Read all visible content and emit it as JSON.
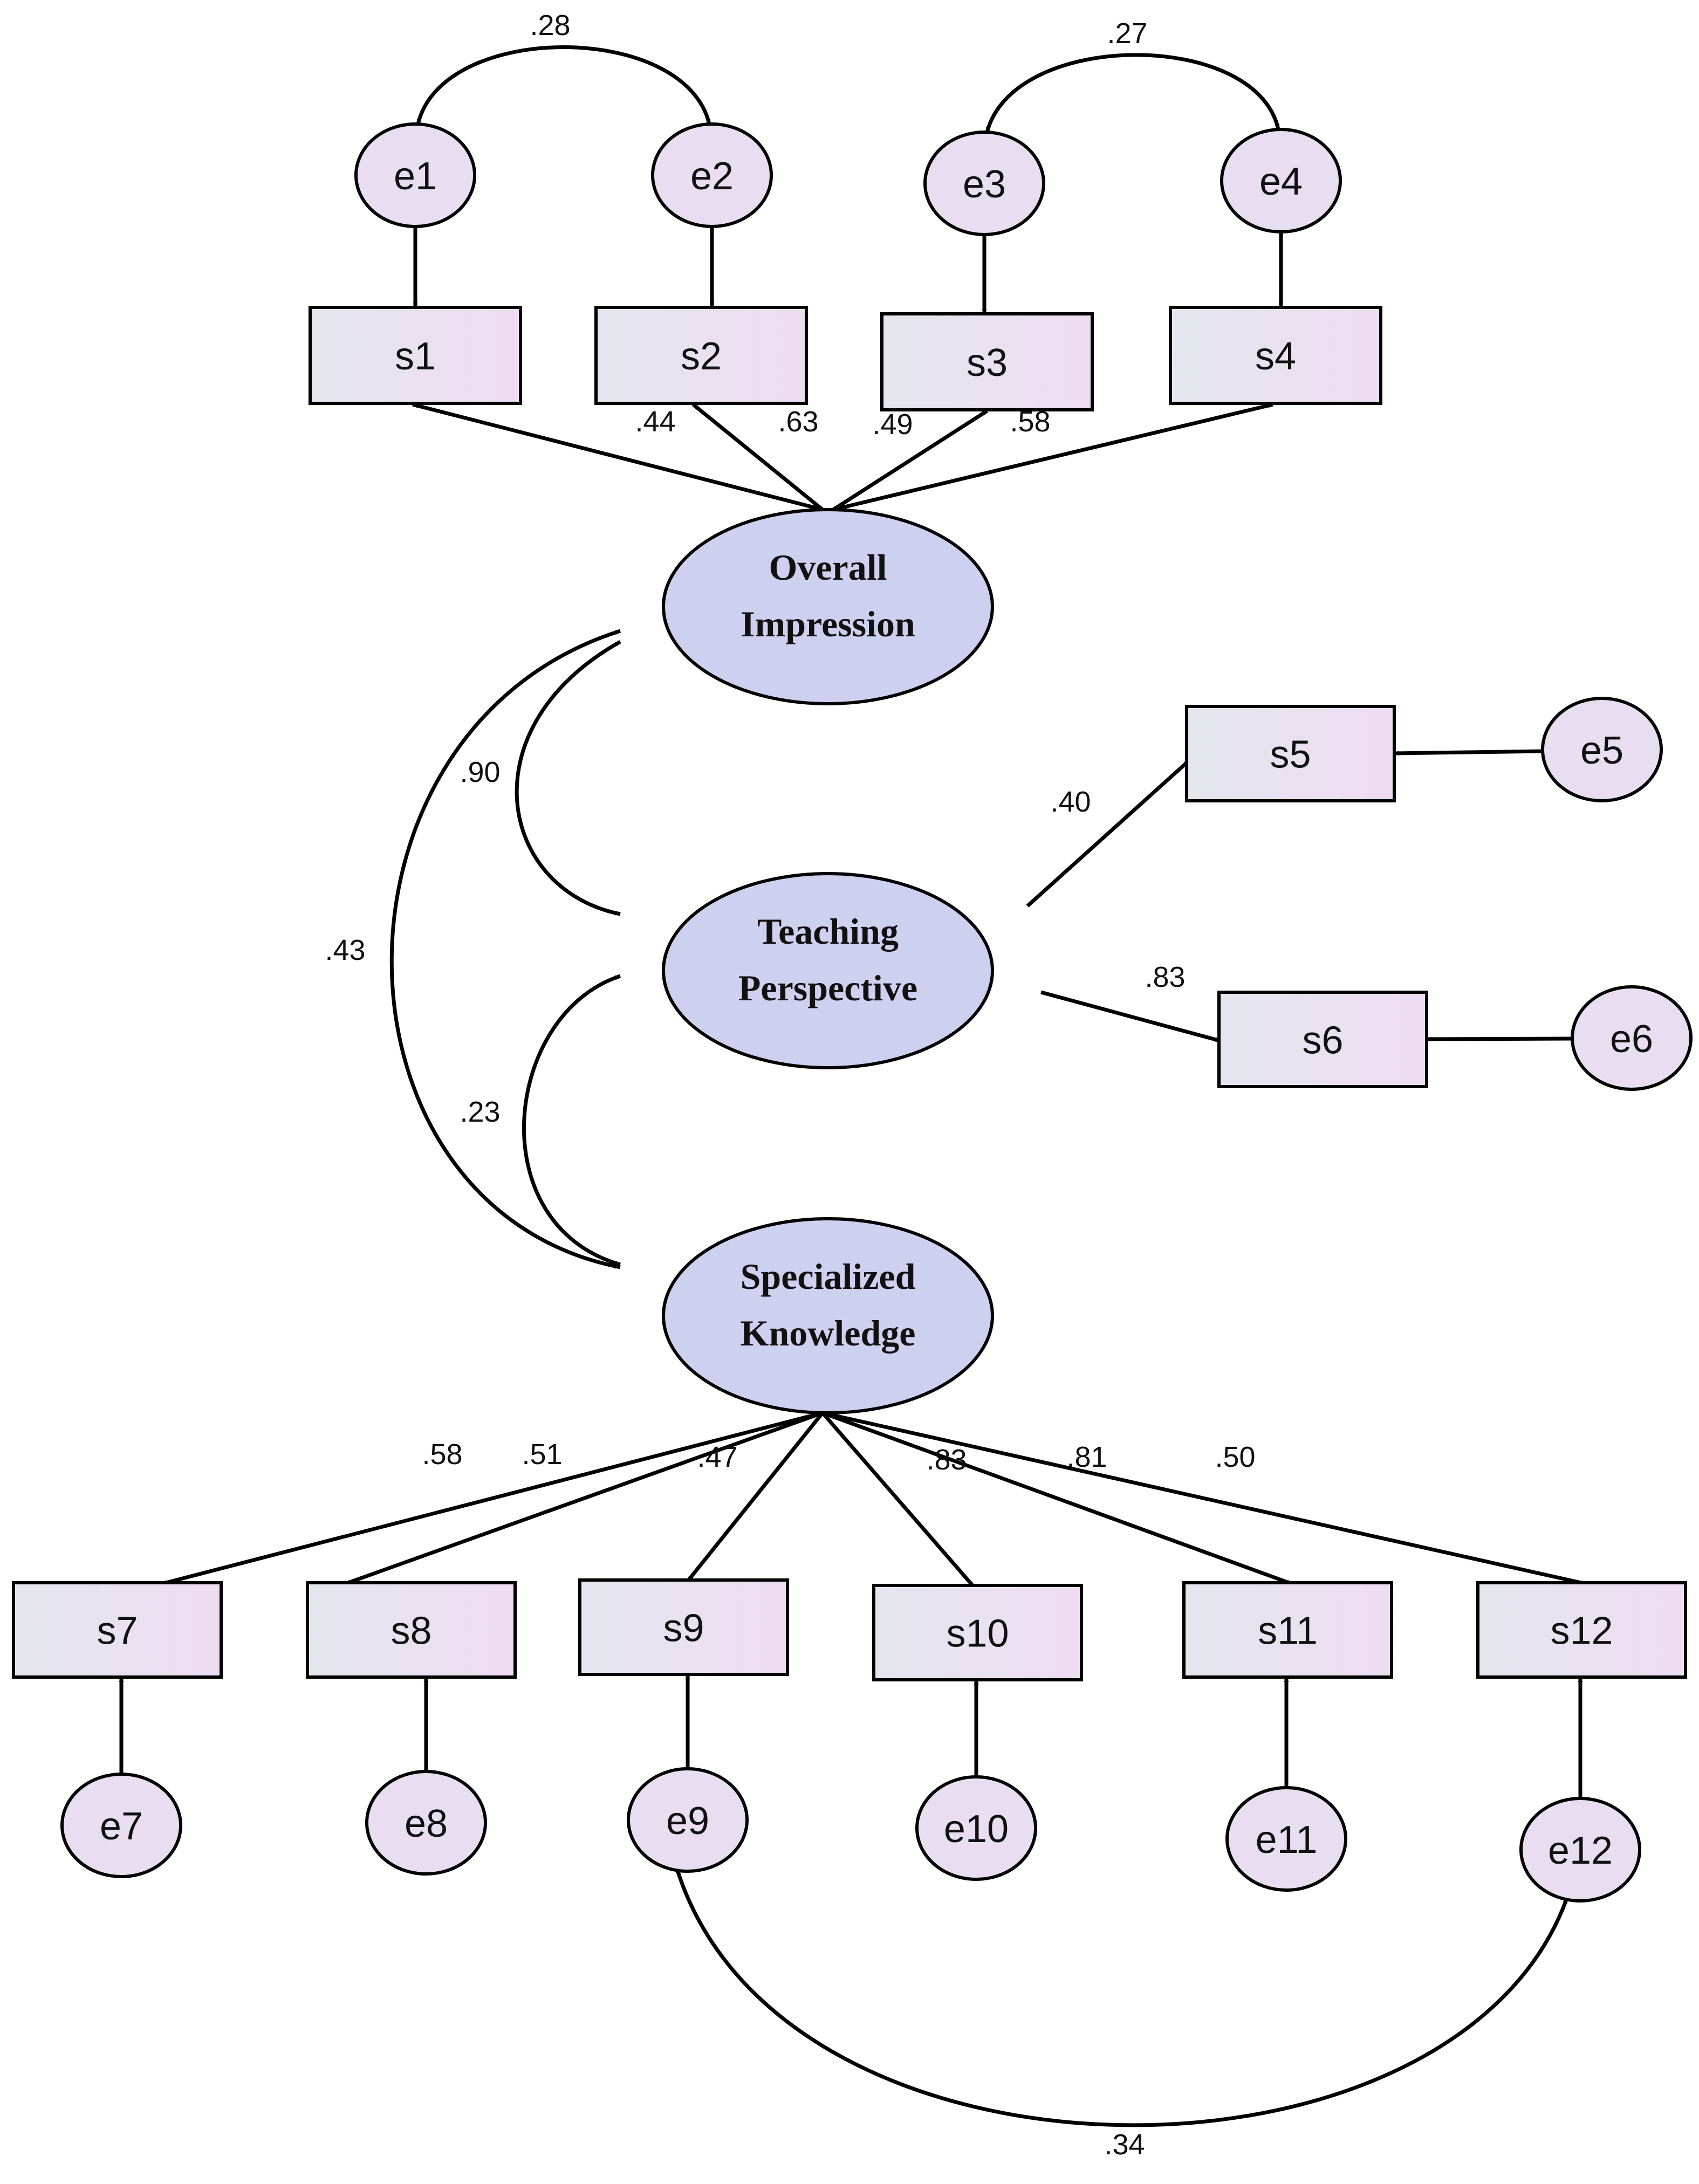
{
  "diagram": {
    "latents": [
      {
        "id": "overall",
        "lines": [
          "Overall",
          "Impression"
        ]
      },
      {
        "id": "teaching",
        "lines": [
          "Teaching",
          "Perspective"
        ]
      },
      {
        "id": "specialized",
        "lines": [
          "Specialized",
          "Knowledge"
        ]
      }
    ],
    "observed": [
      {
        "id": "s1",
        "label": "s1"
      },
      {
        "id": "s2",
        "label": "s2"
      },
      {
        "id": "s3",
        "label": "s3"
      },
      {
        "id": "s4",
        "label": "s4"
      },
      {
        "id": "s5",
        "label": "s5"
      },
      {
        "id": "s6",
        "label": "s6"
      },
      {
        "id": "s7",
        "label": "s7"
      },
      {
        "id": "s8",
        "label": "s8"
      },
      {
        "id": "s9",
        "label": "s9"
      },
      {
        "id": "s10",
        "label": "s10"
      },
      {
        "id": "s11",
        "label": "s11"
      },
      {
        "id": "s12",
        "label": "s12"
      }
    ],
    "errors": [
      {
        "id": "e1",
        "label": "e1"
      },
      {
        "id": "e2",
        "label": "e2"
      },
      {
        "id": "e3",
        "label": "e3"
      },
      {
        "id": "e4",
        "label": "e4"
      },
      {
        "id": "e5",
        "label": "e5"
      },
      {
        "id": "e6",
        "label": "e6"
      },
      {
        "id": "e7",
        "label": "e7"
      },
      {
        "id": "e8",
        "label": "e8"
      },
      {
        "id": "e9",
        "label": "e9"
      },
      {
        "id": "e10",
        "label": "e10"
      },
      {
        "id": "e11",
        "label": "e11"
      },
      {
        "id": "e12",
        "label": "e12"
      }
    ],
    "loadings": [
      {
        "from": "overall",
        "to": "s1",
        "value": ".44"
      },
      {
        "from": "overall",
        "to": "s2",
        "value": ".63"
      },
      {
        "from": "overall",
        "to": "s3",
        "value": ".49"
      },
      {
        "from": "overall",
        "to": "s4",
        "value": ".58"
      },
      {
        "from": "teaching",
        "to": "s5",
        "value": ".40"
      },
      {
        "from": "teaching",
        "to": "s6",
        "value": ".83"
      },
      {
        "from": "specialized",
        "to": "s7",
        "value": ".58"
      },
      {
        "from": "specialized",
        "to": "s8",
        "value": ".51"
      },
      {
        "from": "specialized",
        "to": "s9",
        "value": ".47"
      },
      {
        "from": "specialized",
        "to": "s10",
        "value": ".83"
      },
      {
        "from": "specialized",
        "to": "s11",
        "value": ".81"
      },
      {
        "from": "specialized",
        "to": "s12",
        "value": ".50"
      }
    ],
    "covariances": [
      {
        "a": "e1",
        "b": "e2",
        "value": ".28"
      },
      {
        "a": "e3",
        "b": "e4",
        "value": ".27"
      },
      {
        "a": "overall",
        "b": "teaching",
        "value": ".90"
      },
      {
        "a": "teaching",
        "b": "specialized",
        "value": ".23"
      },
      {
        "a": "overall",
        "b": "specialized",
        "value": ".43"
      },
      {
        "a": "e9",
        "b": "e12",
        "value": ".34"
      }
    ],
    "colors": {
      "latent_fill": "#cdd0ee",
      "observed_fill_start": "#e4e6ee",
      "observed_fill_end": "#efdcf2",
      "error_fill": "#e9def1",
      "stroke": "#000000"
    }
  }
}
